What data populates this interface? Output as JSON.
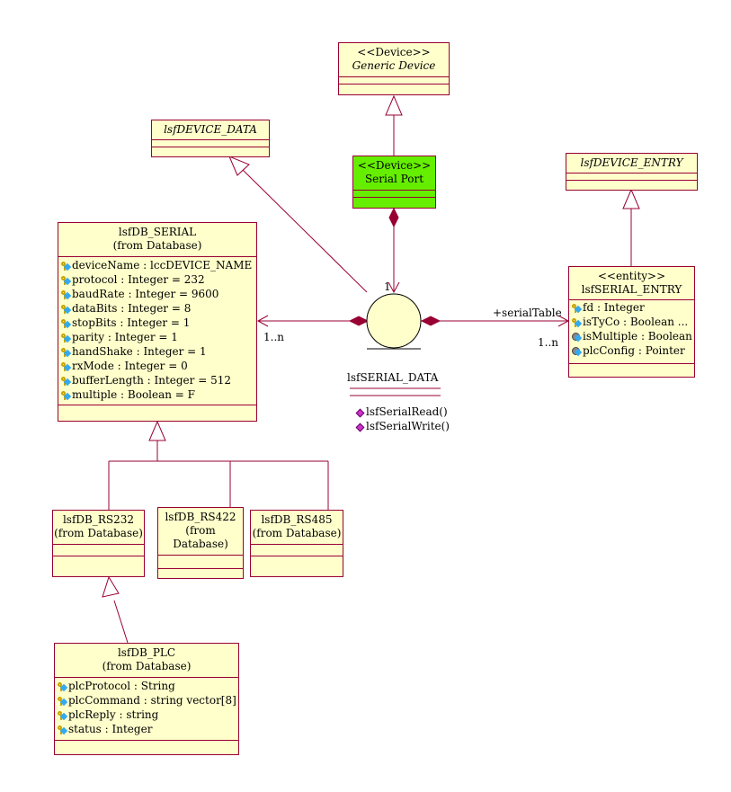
{
  "generic_device": {
    "stereotype": "<<Device>>",
    "name": "Generic Device"
  },
  "serial_port": {
    "stereotype": "<<Device>>",
    "name": "Serial Port"
  },
  "lsf_device_data": {
    "name": "lsfDEVICE_DATA"
  },
  "lsf_device_entry": {
    "name": "lsfDEVICE_ENTRY"
  },
  "lsfdb_serial": {
    "name": "lsfDB_SERIAL",
    "from": "(from Database)",
    "attributes": [
      "deviceName : lccDEVICE_NAME",
      "protocol : Integer = 232",
      "baudRate : Integer = 9600",
      "dataBits : Integer = 8",
      "stopBits : Integer = 1",
      "parity : Integer = 1",
      "handShake : Integer = 1",
      "rxMode : Integer = 0",
      "bufferLength : Integer = 512",
      "multiple : Boolean = F"
    ]
  },
  "lsf_serial_entry": {
    "stereotype": "<<entity>>",
    "name": "lsfSERIAL_ENTRY",
    "attributes": [
      {
        "text": "fd : Integer",
        "icon": "key-icon"
      },
      {
        "text": "isTyCo : Boolean ...",
        "icon": "key-icon"
      },
      {
        "text": "isMultiple : Boolean",
        "icon": "lock-icon"
      },
      {
        "text": "plcConfig : Pointer",
        "icon": "lock-icon"
      }
    ]
  },
  "lsf_serial_data": {
    "name": "lsfSERIAL_DATA",
    "operations": [
      "lsfSerialRead()",
      "lsfSerialWrite()"
    ]
  },
  "rs232": {
    "name": "lsfDB_RS232",
    "from": "(from Database)"
  },
  "rs422": {
    "name": "lsfDB_RS422",
    "from": "(from Database)"
  },
  "rs485": {
    "name": "lsfDB_RS485",
    "from": "(from Database)"
  },
  "lsfdb_plc": {
    "name": "lsfDB_PLC",
    "from": "(from Database)",
    "attributes": [
      "plcProtocol : String",
      "plcCommand : string vector[8]",
      "plcReply : string",
      "status : Integer"
    ]
  },
  "labels": {
    "mult_serial": "1..n",
    "mult_entry": "1..n",
    "mult_port": "1",
    "role_serial_table": "+serialTable"
  },
  "colors": {
    "line": "#990033",
    "fill": "#ffffcc",
    "highlight": "#66ee00"
  }
}
